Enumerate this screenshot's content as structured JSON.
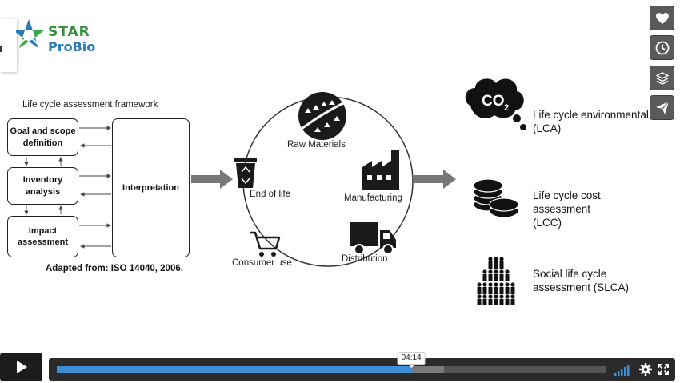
{
  "logo": {
    "line1": "STAR",
    "line2": "ProBio"
  },
  "framework": {
    "title": "Life cycle assessment framework",
    "boxes": [
      "Goal and scope definition",
      "Inventory analysis",
      "Impact assessment"
    ],
    "interpretation": "Interpretation",
    "source": "Adapted from: ISO 14040, 2006."
  },
  "cycle": {
    "raw_materials": "Raw Materials",
    "manufacturing": "Manufacturing",
    "distribution": "Distribution",
    "consumer_use": "Consumer use",
    "end_of_life": "End of life"
  },
  "assessments": [
    {
      "icon": "co2-cloud-icon",
      "line1": "Life cycle environmental",
      "line2": "(LCA)",
      "line3": ""
    },
    {
      "icon": "coins-stack-icon",
      "line1": "Life cycle cost",
      "line2": "assessment",
      "line3": "(LCC)"
    },
    {
      "icon": "people-pyramid-icon",
      "line1": "Social life cycle",
      "line2": "assessment (SLCA)",
      "line3": ""
    }
  ],
  "co2_text": "CO",
  "co2_sub": "2",
  "player": {
    "side_buttons": [
      "heart-icon",
      "clock-icon",
      "layers-icon",
      "paper-plane-icon"
    ],
    "time_tooltip": "04:14",
    "progress_fraction": 0.645,
    "buffered_fraction": 0.705,
    "accent_color": "#3b8ed8"
  }
}
